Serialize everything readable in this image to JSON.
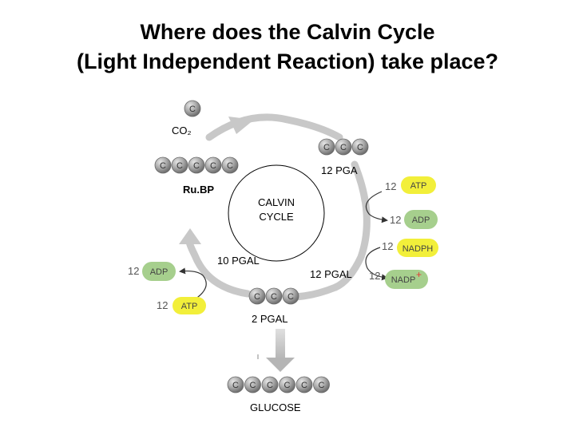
{
  "title": {
    "line1": "Where does the Calvin Cycle",
    "line2": "(Light Independent Reaction) take place?"
  },
  "carbon_symbol": "C",
  "labels": {
    "co2": "CO₂",
    "rubp": "Ru.BP",
    "calvin_line1": "CALVIN",
    "calvin_line2": "CYCLE",
    "pga": "12 PGA",
    "pgal_10": "10 PGAL",
    "pgal_12": "12 PGAL",
    "pgal_2": "2 PGAL",
    "glucose": "GLUCOSE"
  },
  "molecules": {
    "atp_right": {
      "coefficient": "12",
      "label": "ATP"
    },
    "adp_right": {
      "coefficient": "12",
      "label": "ADP"
    },
    "nadph": {
      "coefficient": "12",
      "label": "NADPH"
    },
    "nadp": {
      "coefficient": "12",
      "label": "NADP",
      "superscript": "+"
    },
    "adp_left": {
      "coefficient": "12",
      "label": "ADP"
    },
    "atp_left": {
      "coefficient": "12",
      "label": "ATP"
    }
  },
  "colors": {
    "atp": "#f2ef3a",
    "adp": "#a6cf8d",
    "nadph": "#f2ef3a",
    "nadp": "#a6cf8d",
    "nadp_plus": "#e53935",
    "carbon_ball": "#8e8e8e",
    "cycle_arrow": "#c8c8c8"
  }
}
